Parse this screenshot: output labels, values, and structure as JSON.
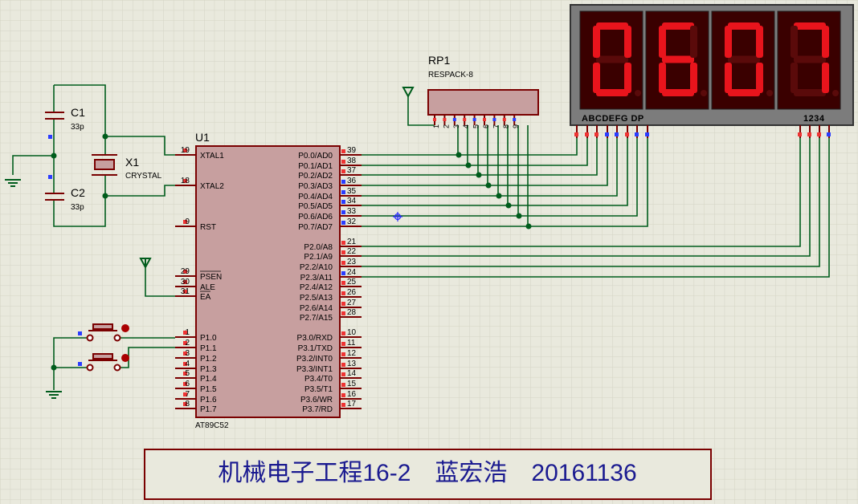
{
  "chip": {
    "ref": "U1",
    "part": "AT89C52",
    "left_pins": [
      {
        "num": "19",
        "name": "XTAL1"
      },
      {
        "num": "18",
        "name": "XTAL2"
      },
      {
        "num": "9",
        "name": "RST"
      },
      {
        "num": "29",
        "name": "PSEN"
      },
      {
        "num": "30",
        "name": "ALE"
      },
      {
        "num": "31",
        "name": "EA"
      },
      {
        "num": "1",
        "name": "P1.0"
      },
      {
        "num": "2",
        "name": "P1.1"
      },
      {
        "num": "3",
        "name": "P1.2"
      },
      {
        "num": "4",
        "name": "P1.3"
      },
      {
        "num": "5",
        "name": "P1.4"
      },
      {
        "num": "6",
        "name": "P1.5"
      },
      {
        "num": "7",
        "name": "P1.6"
      },
      {
        "num": "8",
        "name": "P1.7"
      }
    ],
    "right_pins": [
      {
        "num": "39",
        "name": "P0.0/AD0"
      },
      {
        "num": "38",
        "name": "P0.1/AD1"
      },
      {
        "num": "37",
        "name": "P0.2/AD2"
      },
      {
        "num": "36",
        "name": "P0.3/AD3"
      },
      {
        "num": "35",
        "name": "P0.4/AD4"
      },
      {
        "num": "34",
        "name": "P0.5/AD5"
      },
      {
        "num": "33",
        "name": "P0.6/AD6"
      },
      {
        "num": "32",
        "name": "P0.7/AD7"
      },
      {
        "num": "21",
        "name": "P2.0/A8"
      },
      {
        "num": "22",
        "name": "P2.1/A9"
      },
      {
        "num": "23",
        "name": "P2.2/A10"
      },
      {
        "num": "24",
        "name": "P2.3/A11"
      },
      {
        "num": "25",
        "name": "P2.4/A12"
      },
      {
        "num": "26",
        "name": "P2.5/A13"
      },
      {
        "num": "27",
        "name": "P2.6/A14"
      },
      {
        "num": "28",
        "name": "P2.7/A15"
      },
      {
        "num": "10",
        "name": "P3.0/RXD"
      },
      {
        "num": "11",
        "name": "P3.1/TXD"
      },
      {
        "num": "12",
        "name": "P3.2/INT0"
      },
      {
        "num": "13",
        "name": "P3.3/INT1"
      },
      {
        "num": "14",
        "name": "P3.4/T0"
      },
      {
        "num": "15",
        "name": "P3.5/T1"
      },
      {
        "num": "16",
        "name": "P3.6/WR"
      },
      {
        "num": "17",
        "name": "P3.7/RD"
      }
    ]
  },
  "components": {
    "c1_ref": "C1",
    "c1_value": "33p",
    "c2_ref": "C2",
    "c2_value": "33p",
    "x1_ref": "X1",
    "x1_value": "CRYSTAL",
    "rp1_ref": "RP1",
    "rp1_value": "RESPACK-8",
    "rp1_pins": [
      "1",
      "2",
      "3",
      "4",
      "5",
      "6",
      "7",
      "8",
      "9"
    ]
  },
  "display": {
    "digits": [
      "0",
      "6",
      "0",
      "7"
    ],
    "segment_labels": "ABCDEFG DP",
    "digit_labels": "1234",
    "segment_color": "#e8141c"
  },
  "title_box": {
    "text": "机械电子工程16-2　蓝宏浩　20161136"
  },
  "colors": {
    "wire": "#005c1c",
    "body": "#c79f9f",
    "outline": "#7a0000"
  }
}
